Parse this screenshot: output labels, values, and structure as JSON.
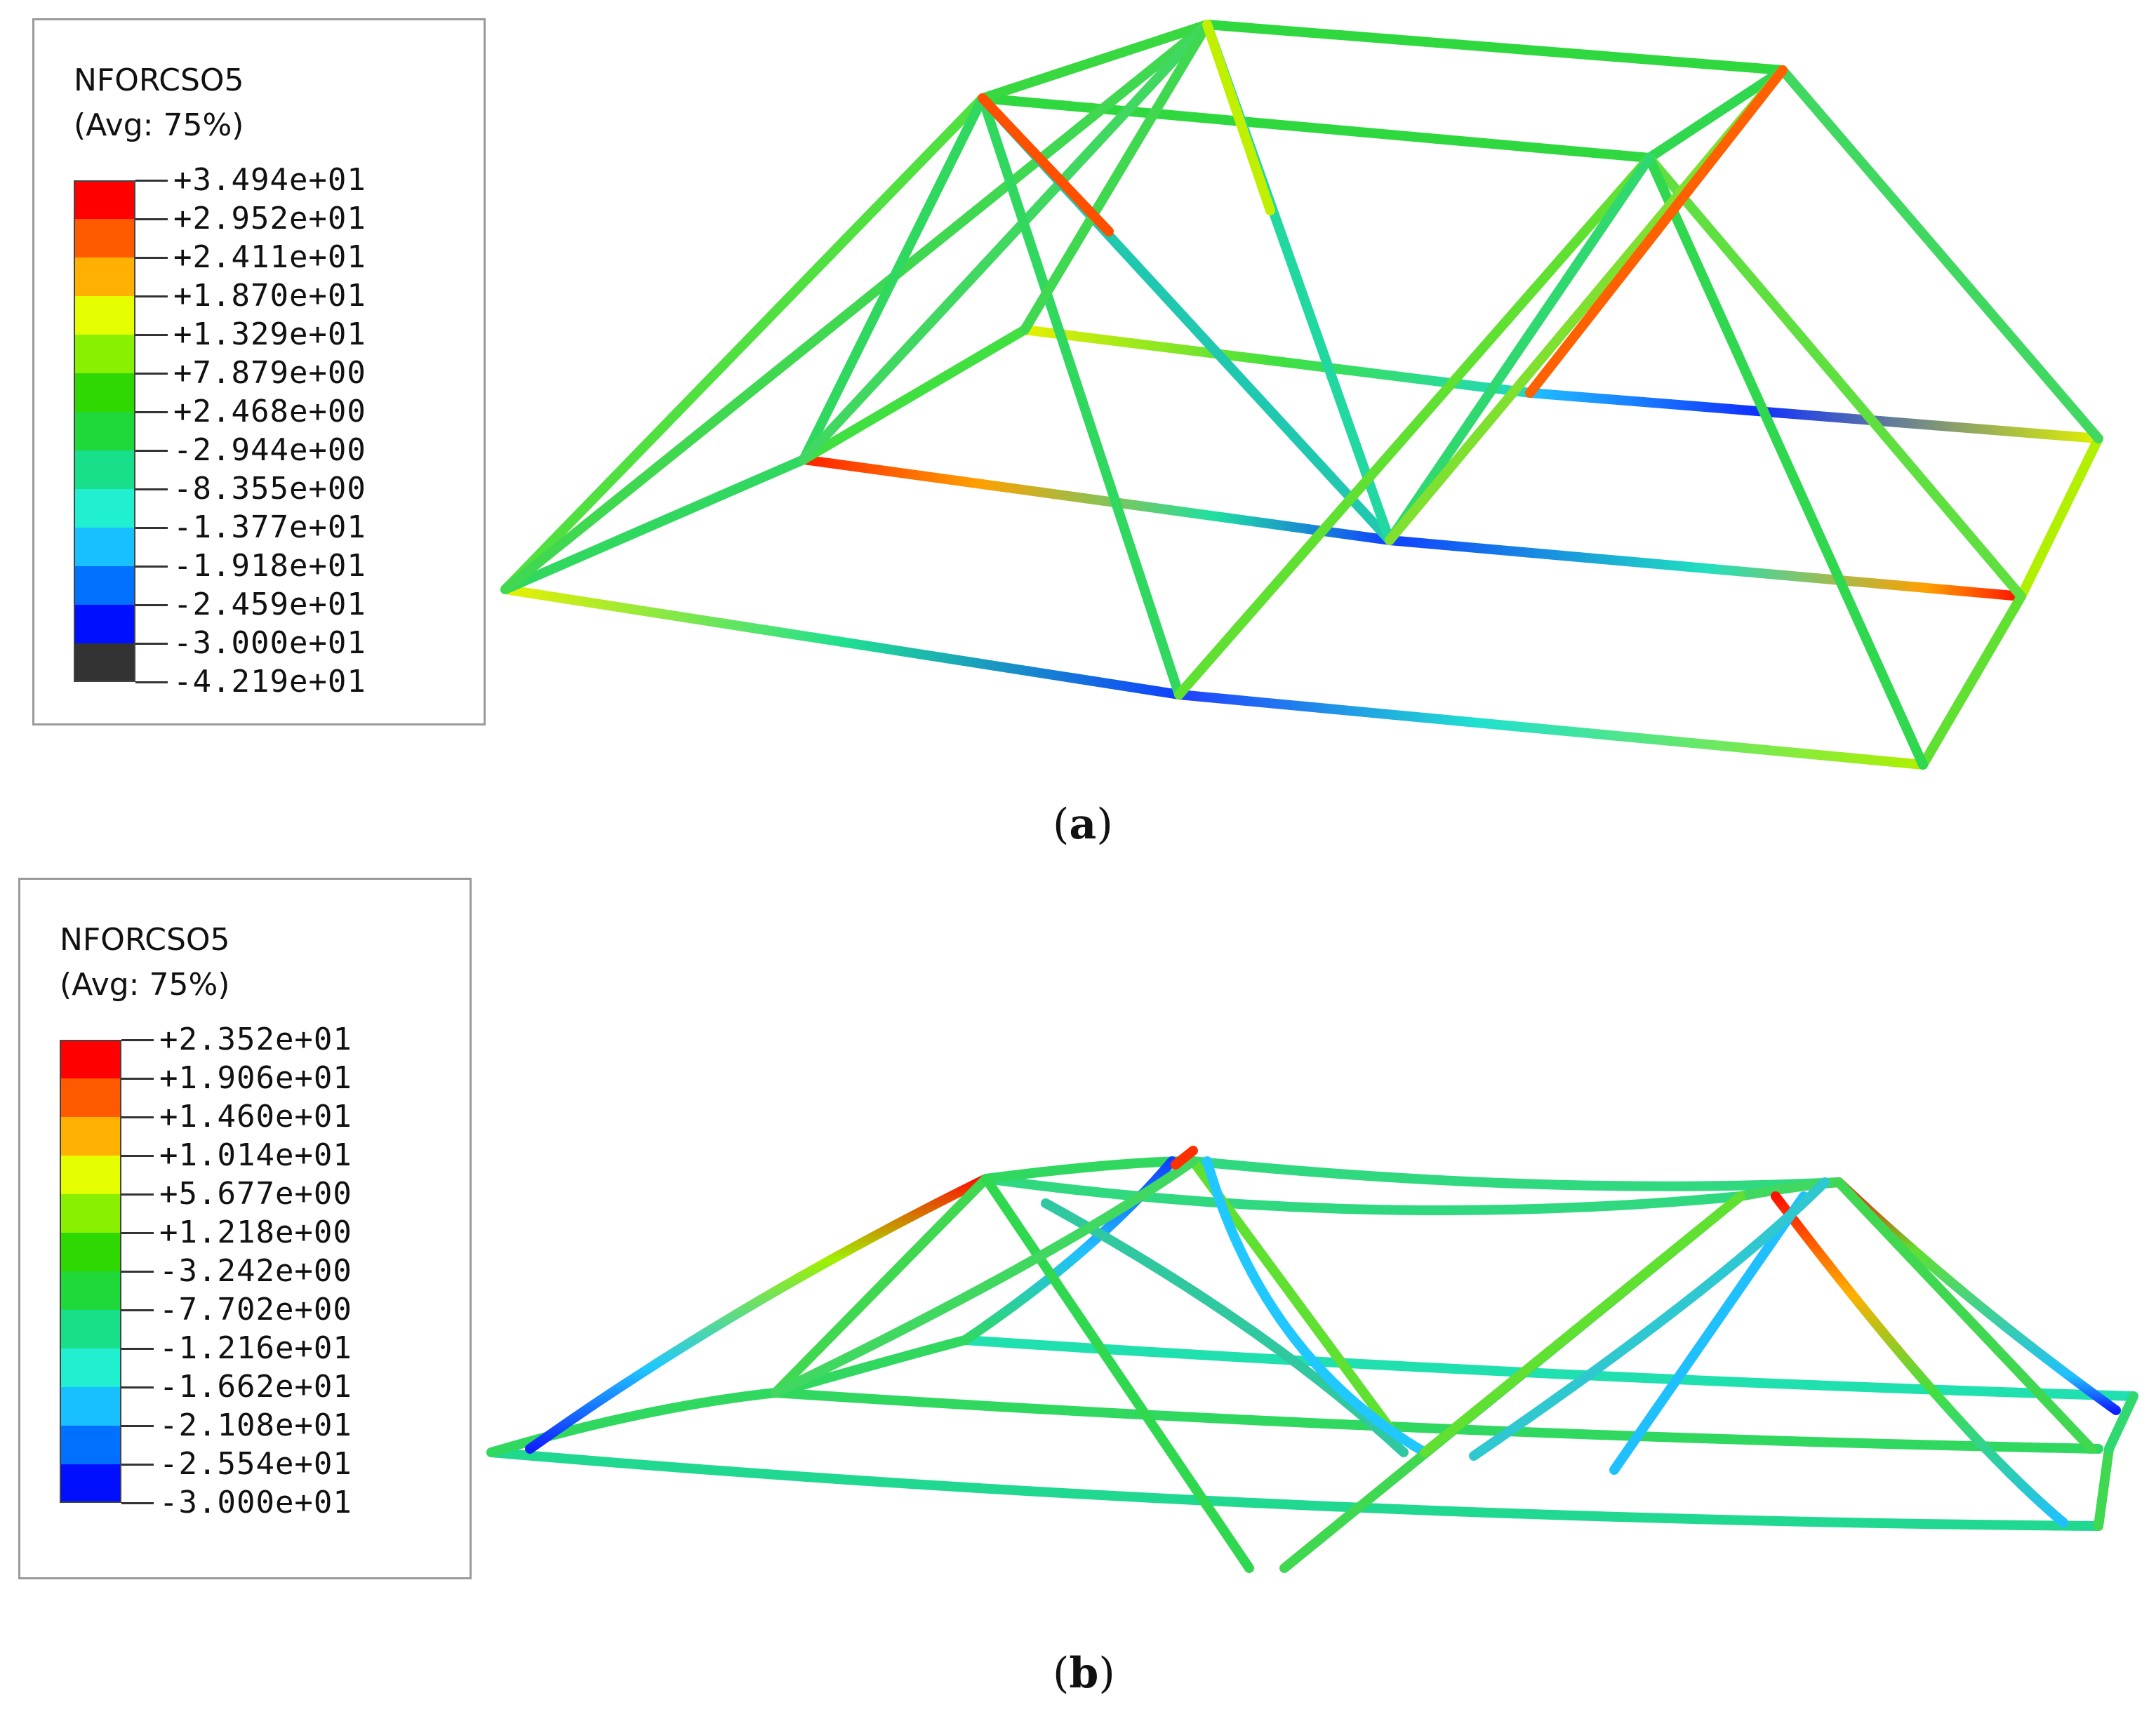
{
  "panels": [
    {
      "id": "a",
      "caption_letter": "a",
      "legend": {
        "title": "NFORCSO5",
        "subtitle": "(Avg: 75%)",
        "labels": [
          "+3.494e+01",
          "+2.952e+01",
          "+2.411e+01",
          "+1.870e+01",
          "+1.329e+01",
          "+7.879e+00",
          "+2.468e+00",
          "-2.944e+00",
          "-8.355e+00",
          "-1.377e+01",
          "-1.918e+01",
          "-2.459e+01",
          "-3.000e+01",
          "-4.219e+01"
        ],
        "colors": [
          "#ff0000",
          "#ff5a00",
          "#ffb000",
          "#e6ff00",
          "#88f000",
          "#2ed800",
          "#1fd83a",
          "#18e08a",
          "#20f0d0",
          "#18c0ff",
          "#0070ff",
          "#0010ff",
          "#333333"
        ]
      }
    },
    {
      "id": "b",
      "caption_letter": "b",
      "legend": {
        "title": "NFORCSO5",
        "subtitle": "(Avg: 75%)",
        "labels": [
          "+2.352e+01",
          "+1.906e+01",
          "+1.460e+01",
          "+1.014e+01",
          "+5.677e+00",
          "+1.218e+00",
          "-3.242e+00",
          "-7.702e+00",
          "-1.216e+01",
          "-1.662e+01",
          "-2.108e+01",
          "-2.554e+01",
          "-3.000e+01"
        ],
        "colors": [
          "#ff0000",
          "#ff5a00",
          "#ffb000",
          "#e6ff00",
          "#88f000",
          "#2ed800",
          "#1fd83a",
          "#18e08a",
          "#20f0d0",
          "#18c0ff",
          "#0070ff",
          "#0010ff"
        ]
      }
    }
  ]
}
